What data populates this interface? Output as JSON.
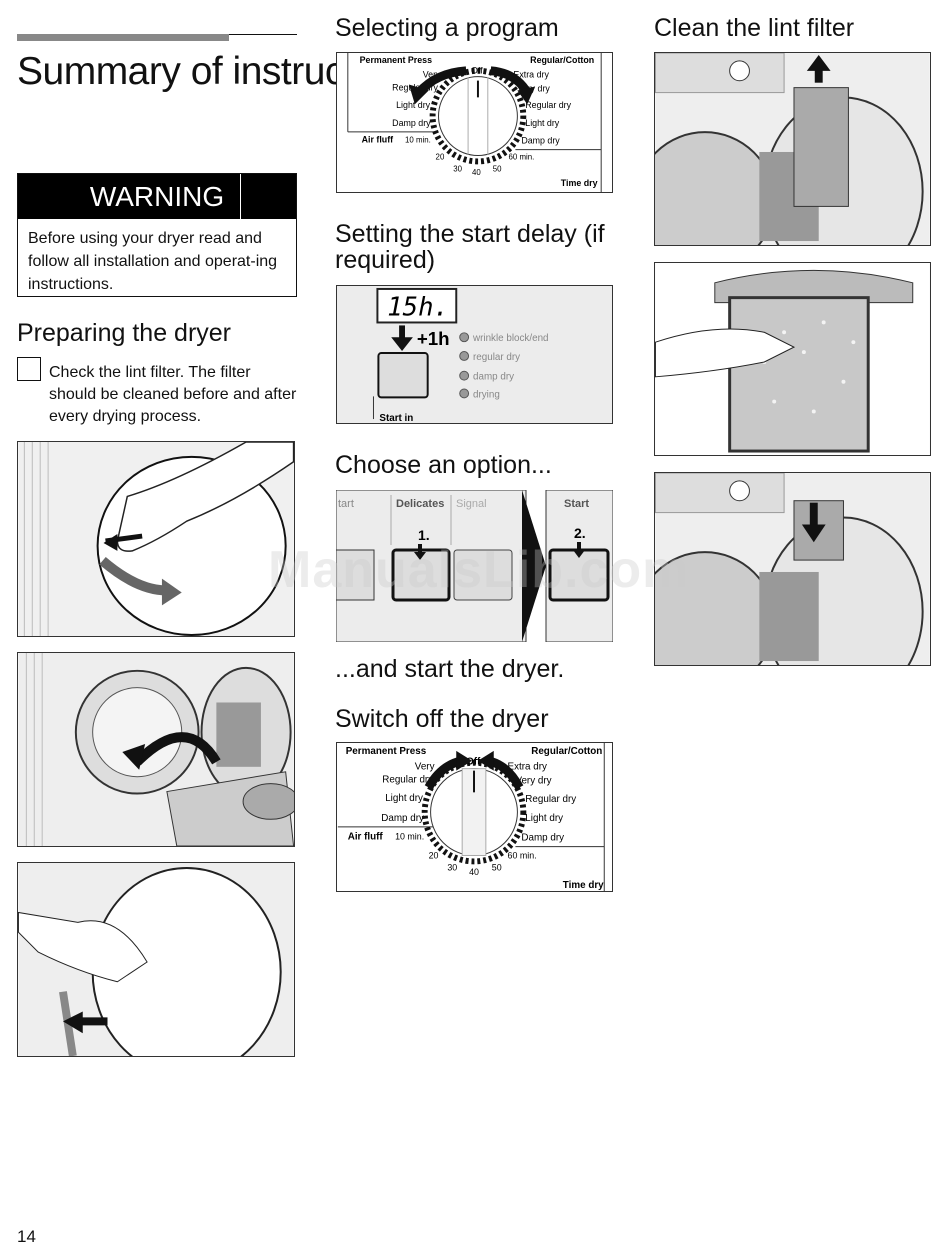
{
  "page": {
    "title": "Summary of instructions",
    "page_number": "14",
    "watermark": "ManualsLib.com"
  },
  "warning": {
    "heading": "WARNING",
    "text": "Before using your dryer read and follow all installation and operat-ing instructions."
  },
  "preparing": {
    "heading": "Preparing the dryer",
    "step_text": "Check the lint filter. The filter should be cleaned before and after every drying process."
  },
  "sections": {
    "selecting": "Selecting a program",
    "start_delay": "Setting the start delay (if required)",
    "option": "Choose an option...",
    "start": "...and start the dryer.",
    "switch_off": "Switch off the dryer",
    "lint": "Clean the lint filter"
  },
  "dial": {
    "permanent_press": "Permanent Press",
    "regular_cotton": "Regular/Cotton",
    "very": "Very",
    "regular_left": "Regular dry",
    "light_left": "Light dry",
    "damp_left": "Damp dry",
    "off": "Off",
    "extra_dry": "Extra dry",
    "very_dry": "Very dry",
    "regular_right": "Regular dry",
    "light_right": "Light dry",
    "damp_right": "Damp dry",
    "air_fluff": "Air fluff",
    "t10": "10 min.",
    "t20": "20",
    "t30": "30",
    "t40": "40",
    "t50": "50",
    "t60": "60 min.",
    "time_dry": "Time dry"
  },
  "delay_panel": {
    "display": "15h.",
    "plus": "+1h",
    "start_in": "Start in",
    "indicators": [
      "wrinkle block/end",
      "regular dry",
      "damp dry",
      "drying"
    ]
  },
  "option_panel": {
    "start_partial": "tart",
    "delicates": "Delicates",
    "signal": "Signal",
    "step1": "1.",
    "start": "Start",
    "step2": "2."
  }
}
